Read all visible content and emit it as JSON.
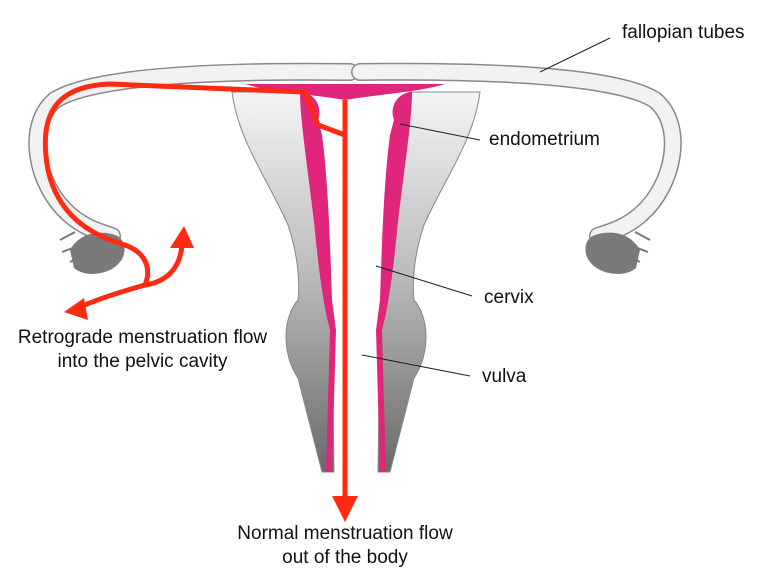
{
  "labels": {
    "fallopian_tubes": "fallopian tubes",
    "endometrium": "endometrium",
    "cervix": "cervix",
    "vulva": "vulva"
  },
  "captions": {
    "retrograde_line1": "Retrograde menstruation flow",
    "retrograde_line2": "into the pelvic cavity",
    "normal_line1": "Normal menstruation flow",
    "normal_line2": "out of the body"
  },
  "colors": {
    "flow": "#ff2a12",
    "endometrium": "#e0267a",
    "tissue": "#a8a8a8"
  }
}
